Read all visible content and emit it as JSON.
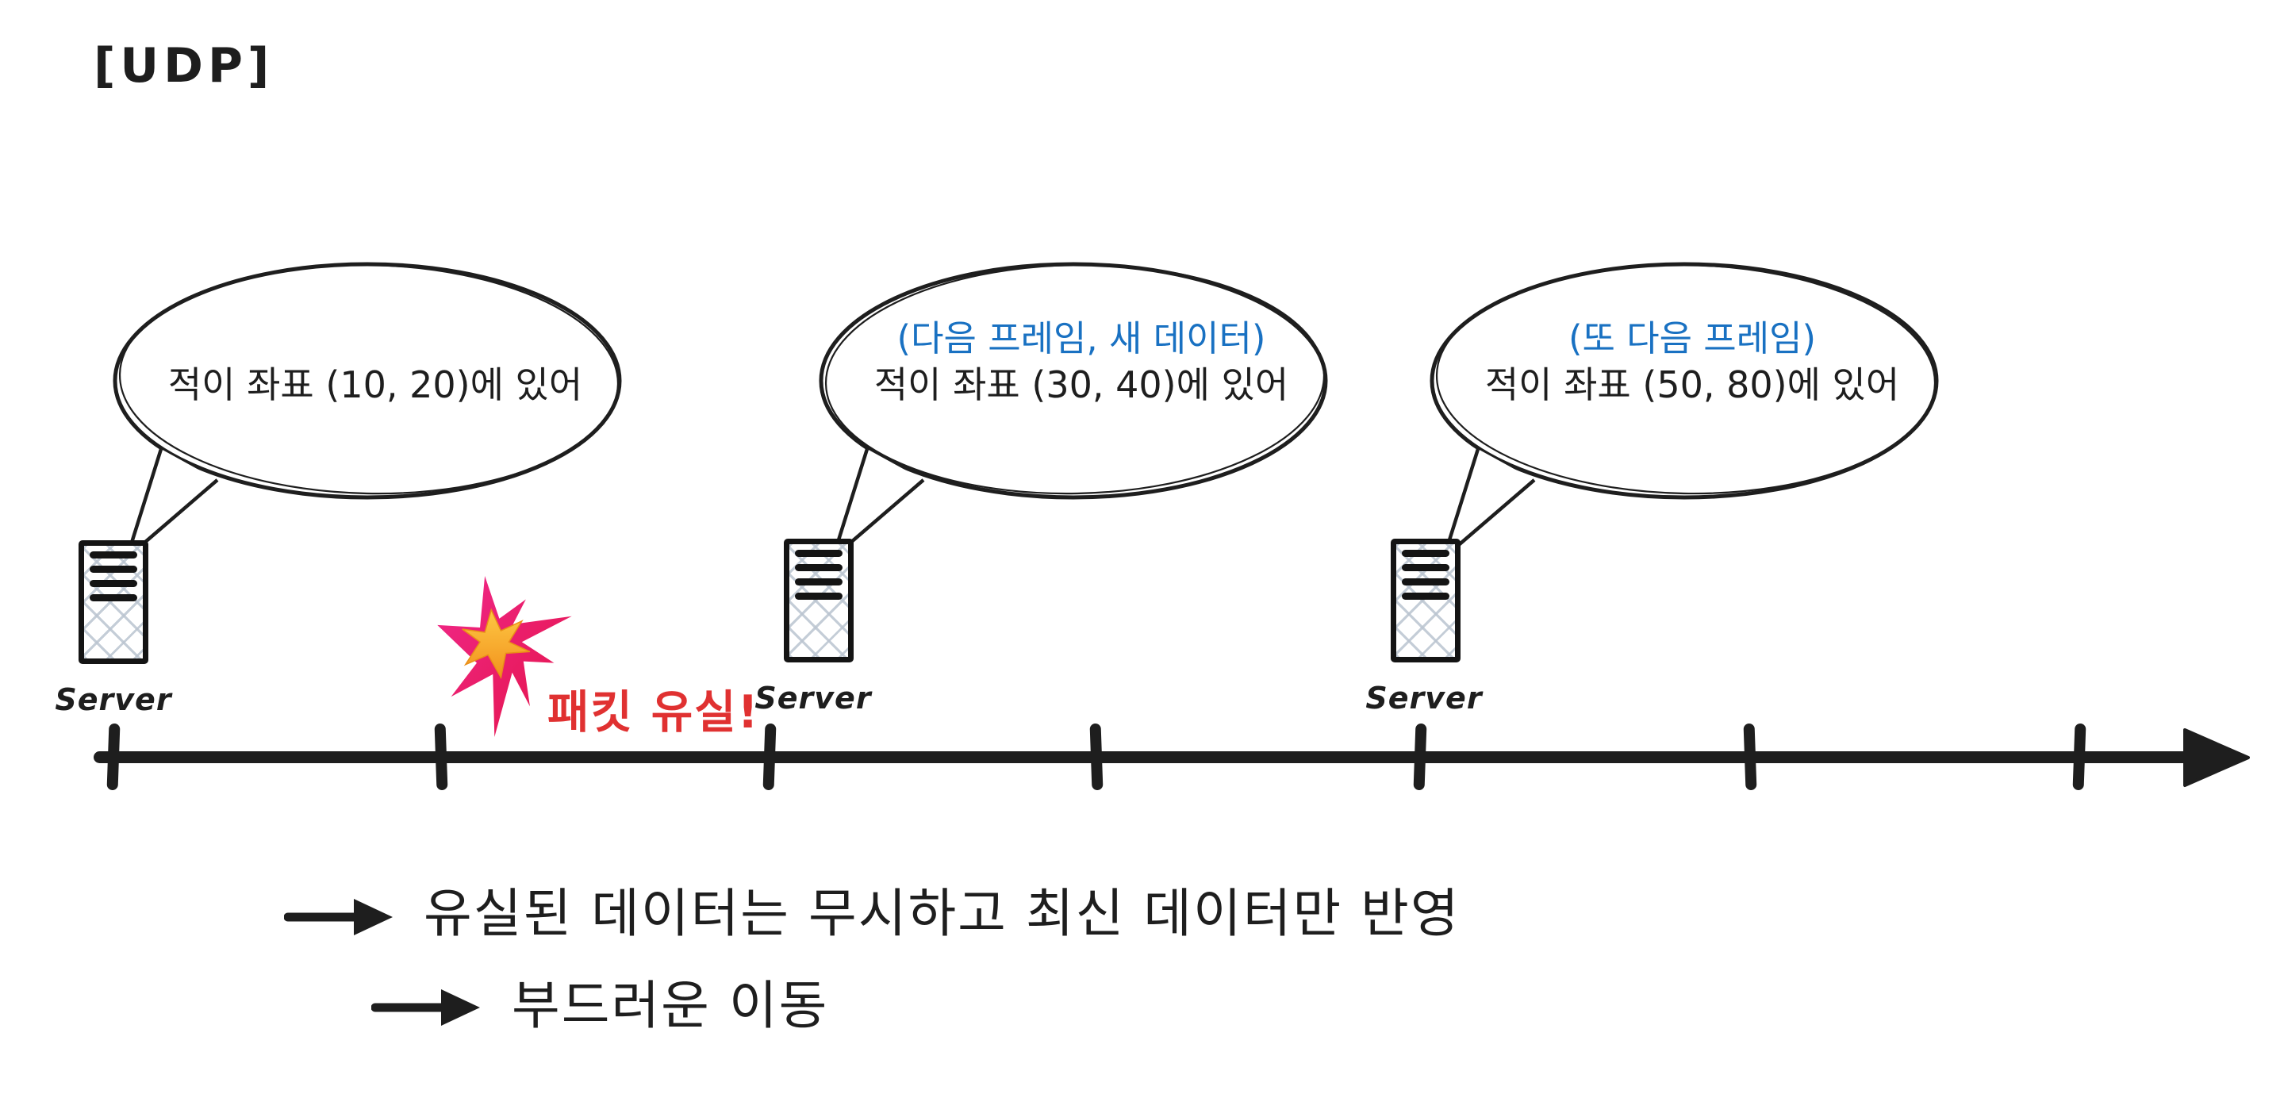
{
  "title": "[UDP]",
  "bubbles": [
    {
      "note": "",
      "text": "적이 좌표 (10, 20)에 있어"
    },
    {
      "note": "(다음 프레임, 새 데이터)",
      "text": "적이 좌표 (30, 40)에 있어"
    },
    {
      "note": "(또 다음 프레임)",
      "text": "적이 좌표 (50, 80)에 있어"
    }
  ],
  "servers": [
    {
      "label": "Server"
    },
    {
      "label": "Server"
    },
    {
      "label": "Server"
    }
  ],
  "packet_loss": {
    "label": "패킷 유실!"
  },
  "timeline": {
    "tick_count": 7,
    "direction": "left-to-right"
  },
  "notes": [
    {
      "text": "유실된 데이터는 무시하고 최신 데이터만 반영"
    },
    {
      "text": "부드러운 이동"
    }
  ],
  "colors": {
    "ink": "#1e1e1e",
    "accent_blue": "#1971c2",
    "accent_red": "#e03131",
    "burst_pink": "#f0288b",
    "burst_crimson": "#e41448",
    "burst_orange": "#f2921d",
    "burst_yellow": "#fdc844"
  }
}
